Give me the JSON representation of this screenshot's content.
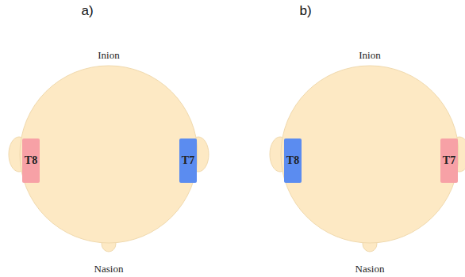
{
  "diagram": {
    "nodes": [
      {
        "text": [
          "Inion",
          "Nasion"
        ]
      },
      {
        "text": [
          "T8"
        ],
        "in": 0
      },
      {
        "text": [
          "T7"
        ],
        "in": 0
      },
      {
        "text": [
          "Inion",
          "Nasion"
        ]
      },
      {
        "text": [
          "T8"
        ],
        "in": 3
      },
      {
        "text": [
          "T7"
        ],
        "in": 3
      }
    ],
    "labels": [
      "a)",
      "b)"
    ]
  }
}
